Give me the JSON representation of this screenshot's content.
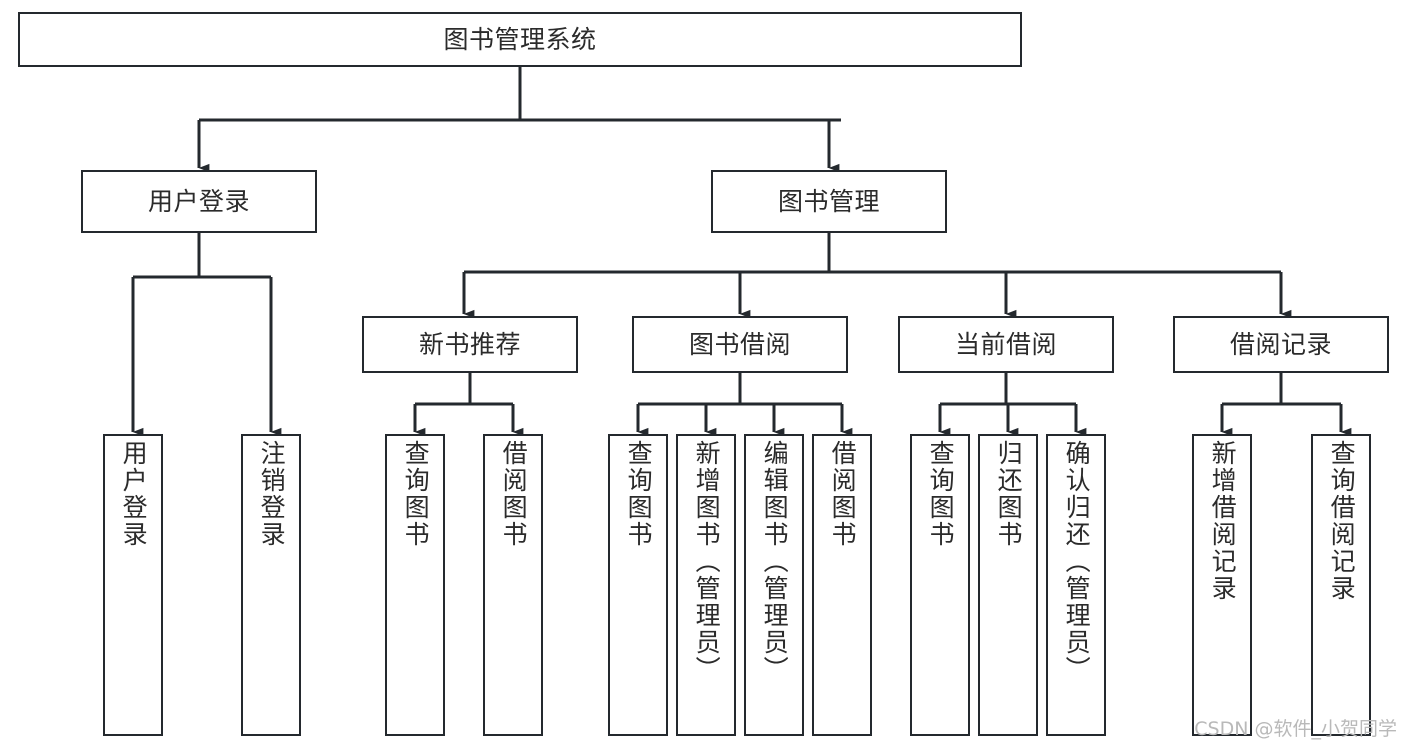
{
  "diagram": {
    "title": "图书管理系统",
    "type": "tree-hierarchy",
    "stroke_color": "#24292e",
    "text_color": "#2b2b2b",
    "background_color": "#ffffff",
    "watermark": "CSDN @软件_小贺同学",
    "nodes": {
      "root": {
        "label": "图书管理系统"
      },
      "level2": [
        {
          "id": "user-login",
          "label": "用户登录"
        },
        {
          "id": "book-manage",
          "label": "图书管理"
        }
      ],
      "level3": [
        {
          "id": "new-book-recommend",
          "label": "新书推荐"
        },
        {
          "id": "book-borrow",
          "label": "图书借阅"
        },
        {
          "id": "current-borrow",
          "label": "当前借阅"
        },
        {
          "id": "borrow-record",
          "label": "借阅记录"
        }
      ],
      "leaves": {
        "user_login": [
          {
            "id": "leaf-user-login",
            "label": "用户登录"
          },
          {
            "id": "leaf-logout-login",
            "label": "注销登录"
          }
        ],
        "new_book_recommend": [
          {
            "id": "leaf-query-book-1",
            "label": "查询图书"
          },
          {
            "id": "leaf-borrow-book-1",
            "label": "借阅图书"
          }
        ],
        "book_borrow": [
          {
            "id": "leaf-query-book-2",
            "label": "查询图书"
          },
          {
            "id": "leaf-add-book",
            "label": "新增图书（管理员）"
          },
          {
            "id": "leaf-edit-book",
            "label": "编辑图书（管理员）"
          },
          {
            "id": "leaf-borrow-book-2",
            "label": "借阅图书"
          }
        ],
        "current_borrow": [
          {
            "id": "leaf-query-book-3",
            "label": "查询图书"
          },
          {
            "id": "leaf-return-book",
            "label": "归还图书"
          },
          {
            "id": "leaf-confirm-return",
            "label": "确认归还（管理员）"
          }
        ],
        "borrow_record": [
          {
            "id": "leaf-add-record",
            "label": "新增借阅记录"
          },
          {
            "id": "leaf-query-record",
            "label": "查询借阅记录"
          }
        ]
      }
    }
  }
}
